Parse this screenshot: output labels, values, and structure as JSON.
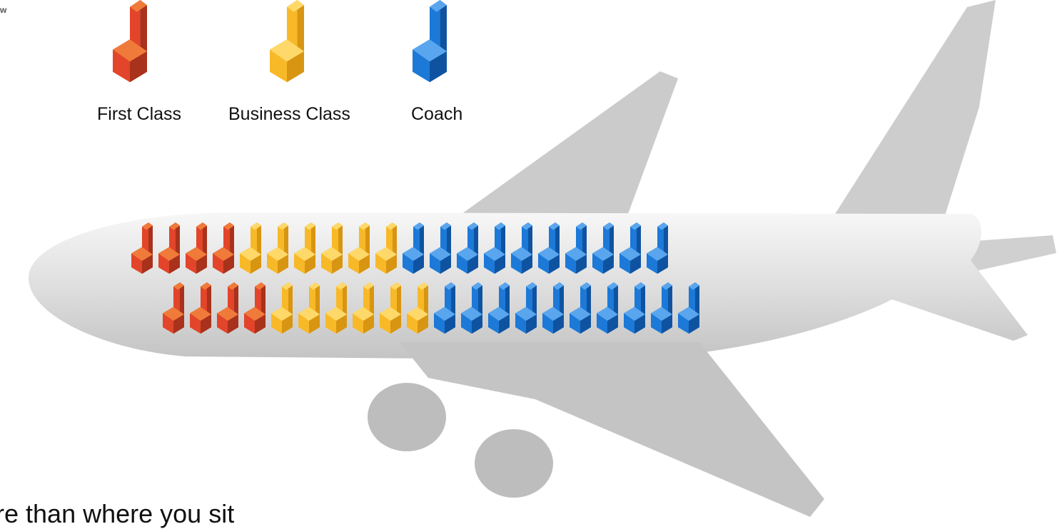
{
  "corner_text": "w",
  "legend": [
    {
      "label": "First Class",
      "color": "#e2452a",
      "shade": "#a8321b",
      "top": "#f07a3a"
    },
    {
      "label": "Business Class",
      "color": "#f8b928",
      "shade": "#d89512",
      "top": "#ffd86a"
    },
    {
      "label": "Coach",
      "color": "#1c79d8",
      "shade": "#0f53a0",
      "top": "#5aa6ee"
    }
  ],
  "caption": "ore than where you sit",
  "seating": {
    "top_row": {
      "first": 4,
      "business": 6,
      "coach": 10
    },
    "bottom_row": {
      "first": 4,
      "business": 6,
      "coach": 10
    }
  },
  "colors": {
    "plane": "#c9c9c9",
    "plane_light": "#eeeeee"
  }
}
